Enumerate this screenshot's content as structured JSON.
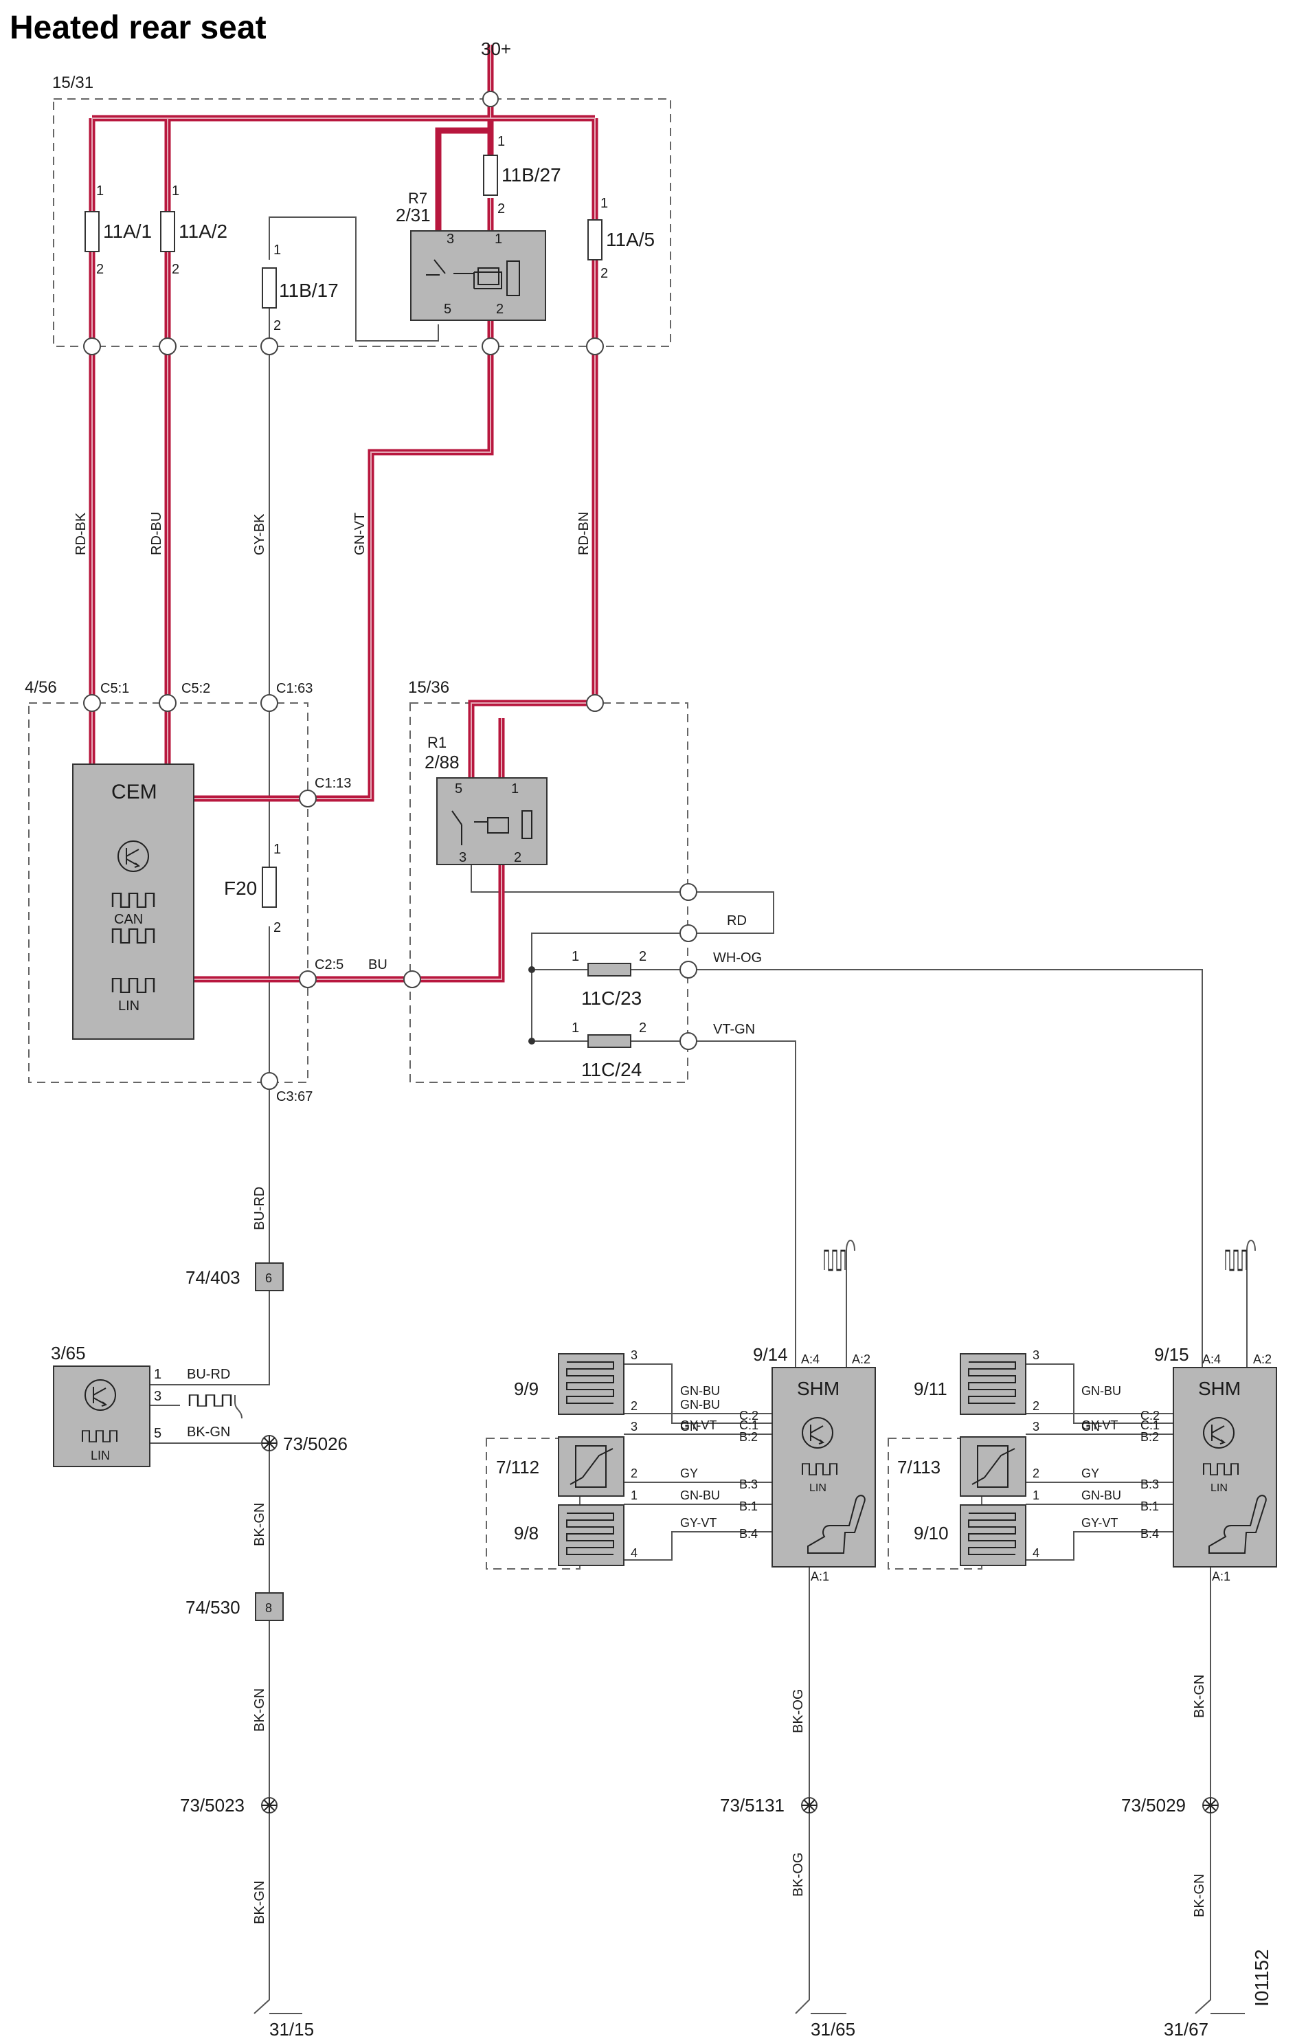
{
  "title": "Heated rear seat",
  "drawing_id": "I01152",
  "supply": {
    "terminal": "30+"
  },
  "boxes": {
    "fuse_box_top": "15/31",
    "cem_box": "4/56",
    "relay_box": "15/36"
  },
  "fuses": {
    "f1": "11A/1",
    "f2": "11A/2",
    "f3": "11B/17",
    "f4": "11B/27",
    "f5": "11A/5",
    "f6": "11C/23",
    "f7": "11C/24",
    "f8": "F20"
  },
  "relays": {
    "r7_name": "R7",
    "r7_id": "2/31",
    "r1_name": "R1",
    "r1_id": "2/88"
  },
  "pins": {
    "p1": "1",
    "p2": "2",
    "p3": "3",
    "p4": "4",
    "p5": "5"
  },
  "wire_colors": {
    "rd_bk": "RD-BK",
    "rd_bu": "RD-BU",
    "gy_bk": "GY-BK",
    "gn_vt": "GN-VT",
    "rd_bn": "RD-BN",
    "bu": "BU",
    "rd": "RD",
    "wh_og": "WH-OG",
    "vt_gn": "VT-GN",
    "bu_rd": "BU-RD",
    "bk_gn": "BK-GN",
    "bk_og": "BK-OG",
    "gn_bu": "GN-BU",
    "gy_vt": "GY-VT",
    "gn": "GN",
    "gy": "GY"
  },
  "cem": {
    "label": "CEM",
    "can": "CAN",
    "lin": "LIN",
    "conn_c5_1": "C5:1",
    "conn_c5_2": "C5:2",
    "conn_c1_63": "C1:63",
    "conn_c1_13": "C1:13",
    "conn_c2_5": "C2:5",
    "conn_c3_67": "C3:67"
  },
  "splices": {
    "s1": "74/403",
    "s1_pin": "6",
    "s2": "74/530",
    "s2_pin": "8"
  },
  "control_module": {
    "id": "3/65",
    "lin": "LIN"
  },
  "grounds": {
    "g1": "73/5026",
    "g2": "73/5023",
    "g3": "73/5131",
    "g4": "73/5029",
    "e1": "31/15",
    "e2": "31/65",
    "e3": "31/67"
  },
  "shm_left": {
    "id": "9/14",
    "label": "SHM",
    "lin": "LIN",
    "a4": "A:4",
    "a2": "A:2",
    "a1": "A:1",
    "c1": "C:1",
    "c2": "C:2",
    "b2": "B:2",
    "b3": "B:3",
    "b1": "B:1",
    "b4": "B:4",
    "elem1": "9/9",
    "elem2": "7/112",
    "elem3": "9/8"
  },
  "shm_right": {
    "id": "9/15",
    "label": "SHM",
    "lin": "LIN",
    "a4": "A:4",
    "a2": "A:2",
    "a1": "A:1",
    "c1": "C:1",
    "c2": "C:2",
    "b2": "B:2",
    "b3": "B:3",
    "b1": "B:1",
    "b4": "B:4",
    "elem1": "9/11",
    "elem2": "7/113",
    "elem3": "9/10"
  }
}
